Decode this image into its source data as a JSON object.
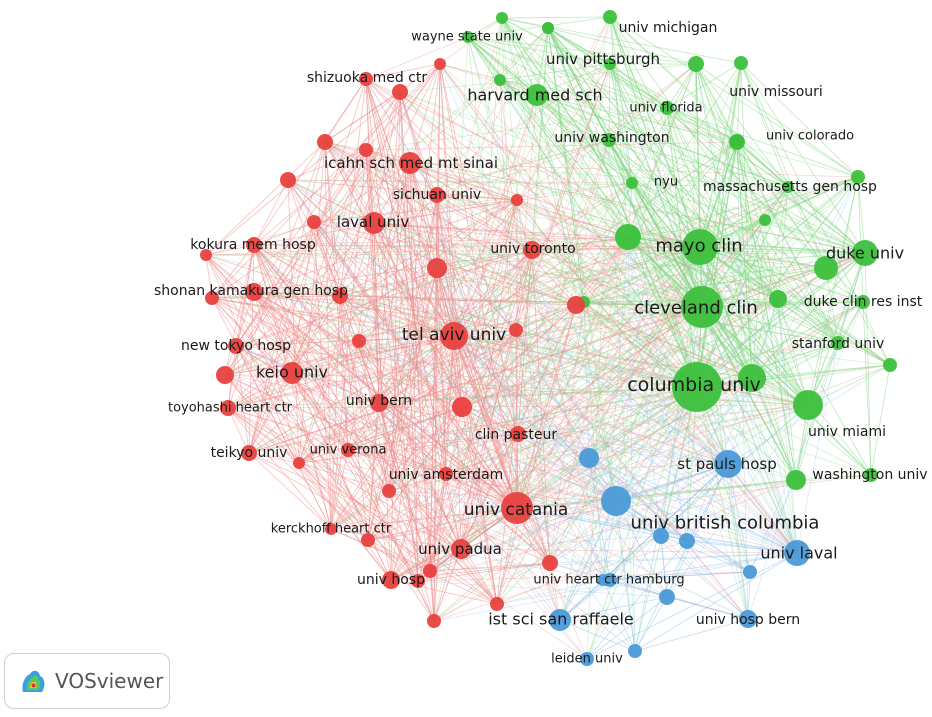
{
  "app": {
    "badge_label": "VOSviewer",
    "badge_icon": "vosviewer-logo-icon"
  },
  "colors": {
    "red": "#e8413f",
    "green": "#3cc03c",
    "blue": "#4a9ad8",
    "red_edge": "#ef8a88",
    "green_edge": "#86d886",
    "blue_edge": "#8cc0ea"
  },
  "nodes": [
    {
      "label": "wayne state univ",
      "cluster": "green"
    },
    {
      "label": "univ michigan",
      "cluster": "green"
    },
    {
      "label": "univ pittsburgh",
      "cluster": "green"
    },
    {
      "label": "harvard med sch",
      "cluster": "green"
    },
    {
      "label": "univ florida",
      "cluster": "green"
    },
    {
      "label": "univ missouri",
      "cluster": "green"
    },
    {
      "label": "univ washington",
      "cluster": "green"
    },
    {
      "label": "univ colorado",
      "cluster": "green"
    },
    {
      "label": "nyu",
      "cluster": "green"
    },
    {
      "label": "massachusetts gen hosp",
      "cluster": "green"
    },
    {
      "label": "mayo clin",
      "cluster": "green"
    },
    {
      "label": "duke univ",
      "cluster": "green"
    },
    {
      "label": "cleveland clin",
      "cluster": "green"
    },
    {
      "label": "duke clin res inst",
      "cluster": "green"
    },
    {
      "label": "stanford univ",
      "cluster": "green"
    },
    {
      "label": "columbia univ",
      "cluster": "green"
    },
    {
      "label": "univ miami",
      "cluster": "green"
    },
    {
      "label": "washington univ",
      "cluster": "green"
    },
    {
      "label": "shizuoka med ctr",
      "cluster": "red"
    },
    {
      "label": "icahn sch med mt sinai",
      "cluster": "red"
    },
    {
      "label": "sichuan univ",
      "cluster": "red"
    },
    {
      "label": "laval univ",
      "cluster": "red"
    },
    {
      "label": "kokura mem hosp",
      "cluster": "red"
    },
    {
      "label": "univ toronto",
      "cluster": "red"
    },
    {
      "label": "shonan kamakura gen hosp",
      "cluster": "red"
    },
    {
      "label": "tel aviv univ",
      "cluster": "red"
    },
    {
      "label": "new tokyo hosp",
      "cluster": "red"
    },
    {
      "label": "keio univ",
      "cluster": "red"
    },
    {
      "label": "univ bern",
      "cluster": "red"
    },
    {
      "label": "toyohashi heart ctr",
      "cluster": "red"
    },
    {
      "label": "clin pasteur",
      "cluster": "red"
    },
    {
      "label": "teikyo univ",
      "cluster": "red"
    },
    {
      "label": "univ verona",
      "cluster": "red"
    },
    {
      "label": "univ amsterdam",
      "cluster": "red"
    },
    {
      "label": "univ catania",
      "cluster": "red"
    },
    {
      "label": "kerckhoff heart ctr",
      "cluster": "red"
    },
    {
      "label": "univ padua",
      "cluster": "red"
    },
    {
      "label": "univ hosp",
      "cluster": "red"
    },
    {
      "label": "st pauls hosp",
      "cluster": "blue"
    },
    {
      "label": "univ british columbia",
      "cluster": "blue"
    },
    {
      "label": "univ laval",
      "cluster": "blue"
    },
    {
      "label": "univ heart ctr hamburg",
      "cluster": "blue"
    },
    {
      "label": "ist sci san raffaele",
      "cluster": "blue"
    },
    {
      "label": "univ hosp bern",
      "cluster": "blue"
    },
    {
      "label": "leiden univ",
      "cluster": "blue"
    }
  ]
}
